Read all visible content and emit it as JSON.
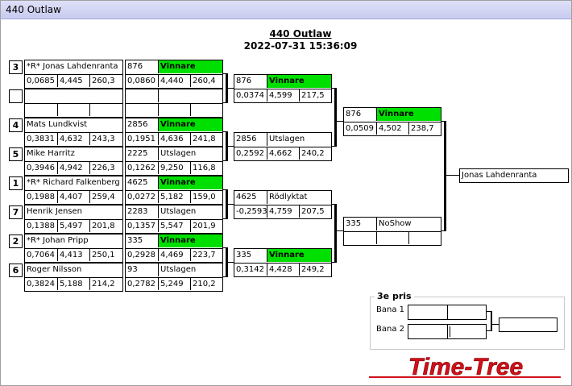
{
  "window": {
    "title": "440 Outlaw"
  },
  "header": {
    "event": "440 Outlaw",
    "datetime": "2022-07-31 15:36:09"
  },
  "seeds": [
    "3",
    "",
    "4",
    "5",
    "1",
    "7",
    "2",
    "6"
  ],
  "drivers": [
    {
      "name": "*R* Jonas Lahdenranta",
      "r": "0,0685",
      "et": "4,445",
      "mph": "260,3"
    },
    {
      "name": "",
      "r": "",
      "et": "",
      "mph": ""
    },
    {
      "name": "Mats Lundkvist",
      "r": "0,3831",
      "et": "4,632",
      "mph": "243,3"
    },
    {
      "name": "Mike Harritz",
      "r": "0,3946",
      "et": "4,942",
      "mph": "226,3"
    },
    {
      "name": "*R* Richard Falkenberg",
      "r": "0,1988",
      "et": "4,407",
      "mph": "259,4"
    },
    {
      "name": "Henrik Jensen",
      "r": "0,1388",
      "et": "5,497",
      "mph": "201,8"
    },
    {
      "name": "*R* Johan  Pripp",
      "r": "0,7064",
      "et": "4,413",
      "mph": "250,1"
    },
    {
      "name": "Roger Nilsson",
      "r": "0,3824",
      "et": "5,188",
      "mph": "214,2"
    }
  ],
  "round1": [
    {
      "num": "876",
      "result": "Vinnare",
      "win": true,
      "r": "0,0860",
      "et": "4,440",
      "mph": "260,4"
    },
    {
      "num": "",
      "result": "",
      "win": false,
      "r": "",
      "et": "",
      "mph": ""
    },
    {
      "num": "2856",
      "result": "Vinnare",
      "win": true,
      "r": "0,1951",
      "et": "4,636",
      "mph": "241,8"
    },
    {
      "num": "2225",
      "result": "Utslagen",
      "win": false,
      "r": "0,1262",
      "et": "9,250",
      "mph": "116,8"
    },
    {
      "num": "4625",
      "result": "Vinnare",
      "win": true,
      "r": "0,0272",
      "et": "5,182",
      "mph": "159,0"
    },
    {
      "num": "2283",
      "result": "Utslagen",
      "win": false,
      "r": "0,1357",
      "et": "5,547",
      "mph": "201,9"
    },
    {
      "num": "335",
      "result": "Vinnare",
      "win": true,
      "r": "0,2928",
      "et": "4,469",
      "mph": "223,7"
    },
    {
      "num": "93",
      "result": "Utslagen",
      "win": false,
      "r": "0,2782",
      "et": "5,249",
      "mph": "210,2"
    }
  ],
  "round2": [
    {
      "num": "876",
      "result": "Vinnare",
      "win": true,
      "r": "0,0374",
      "et": "4,599",
      "mph": "217,5"
    },
    {
      "num": "2856",
      "result": "Utslagen",
      "win": false,
      "r": "0,2592",
      "et": "4,662",
      "mph": "240,2"
    },
    {
      "num": "4625",
      "result": "Rödlyktat",
      "win": false,
      "r": "-0,2593",
      "et": "4,759",
      "mph": "207,5"
    },
    {
      "num": "335",
      "result": "Vinnare",
      "win": true,
      "r": "0,3142",
      "et": "4,428",
      "mph": "249,2"
    }
  ],
  "round3": [
    {
      "num": "876",
      "result": "Vinnare",
      "win": true,
      "r": "0,0509",
      "et": "4,502",
      "mph": "238,7"
    },
    {
      "num": "335",
      "result": "NoShow",
      "win": false,
      "r": "",
      "et": "",
      "mph": ""
    }
  ],
  "final": {
    "winner": "Jonas Lahdenranta"
  },
  "third_place": {
    "title": "3e pris",
    "lane1": "Bana 1",
    "lane2": "Bana 2"
  },
  "logo": {
    "text": "Time-Tree",
    "color": "#d0101a"
  },
  "colors": {
    "winner_green": "#00e000",
    "titlebar": "#c9cbf0"
  }
}
